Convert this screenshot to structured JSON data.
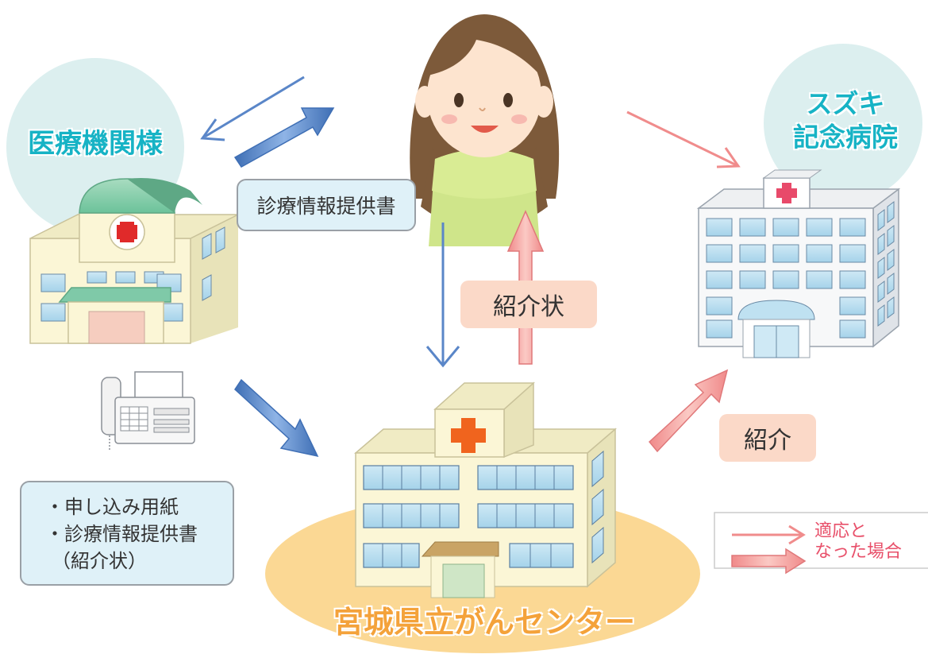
{
  "labels": {
    "medical_institutions": "医療機関様",
    "suzuki_hospital": [
      "スズキ",
      "記念病院"
    ],
    "medical_info_document": "診療情報提供書",
    "referral_letter": "紹介状",
    "referral": "紹介",
    "documents_list": [
      "・申し込み用紙",
      "・診療情報提供書",
      "（紹介状）"
    ],
    "cancer_center": "宮城県立がんセンター",
    "legend_text": [
      "適応と",
      "なった場合"
    ]
  },
  "colors": {
    "teal_text": "#17b3c5",
    "pale_teal_circle": "#dcefef",
    "blue_arrow": "#5a86c8",
    "pink_arrow": "#f08c8c",
    "orange_ellipse": "#fbd894",
    "orange_text": "#f4a23a",
    "legend_text": "#e8506a",
    "peach_box": "#fbd9c8",
    "blue_box": "#dff1f8"
  }
}
